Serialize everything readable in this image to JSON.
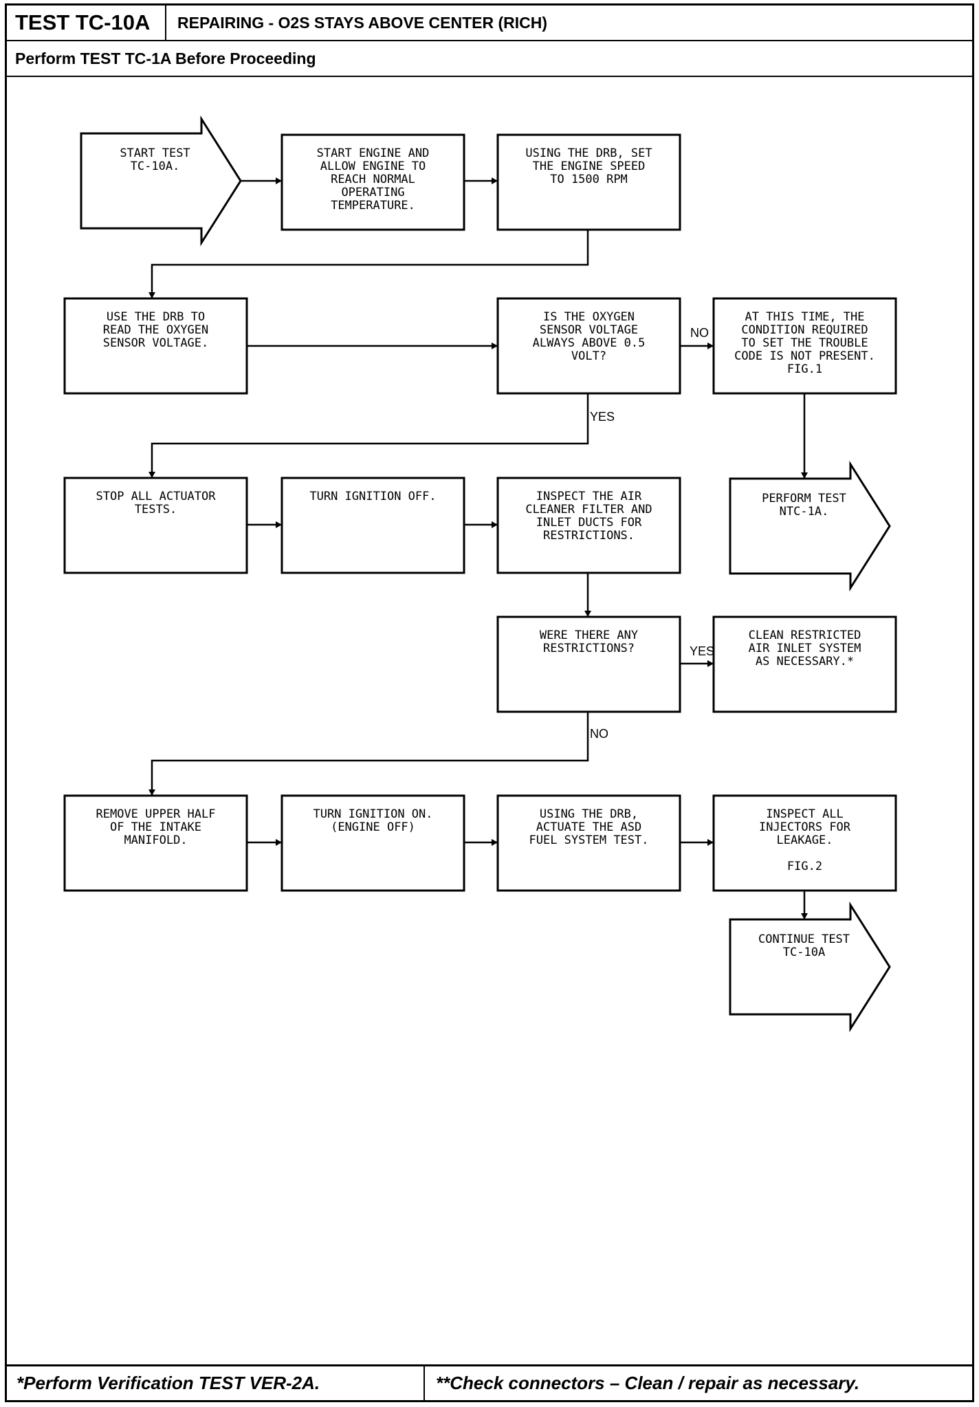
{
  "header": {
    "test_id": "TEST TC-10A",
    "title": "REPAIRING - O2S STAYS ABOVE CENTER (RICH)",
    "prerequisite": "Perform TEST TC-1A Before Proceeding"
  },
  "footer": {
    "left_note": "*Perform Verification TEST VER-2A.",
    "right_note": "**Check connectors – Clean / repair as necessary."
  },
  "flowchart": {
    "nodes": [
      {
        "id": "start",
        "name": "start-test-arrow",
        "lines": [
          "START TEST",
          "TC-10A."
        ]
      },
      {
        "id": "warm",
        "name": "start-engine-box",
        "lines": [
          "START ENGINE AND",
          "ALLOW ENGINE TO",
          "REACH NORMAL",
          "OPERATING",
          "TEMPERATURE."
        ]
      },
      {
        "id": "rpm",
        "name": "set-engine-speed-box",
        "lines": [
          "USING THE DRB, SET",
          "THE ENGINE SPEED",
          "TO 1500 RPM"
        ]
      },
      {
        "id": "read",
        "name": "read-oxygen-sensor-box",
        "lines": [
          "USE THE DRB TO",
          "READ THE OXYGEN",
          "SENSOR VOLTAGE."
        ]
      },
      {
        "id": "q1",
        "name": "oxygen-voltage-question-box",
        "lines": [
          "IS THE OXYGEN",
          "SENSOR VOLTAGE",
          "ALWAYS ABOVE 0.5",
          "VOLT?"
        ]
      },
      {
        "id": "notpresent",
        "name": "condition-not-present-box",
        "lines": [
          "AT THIS TIME, THE",
          "CONDITION REQUIRED",
          "TO SET THE TROUBLE",
          "CODE IS NOT PRESENT.",
          "FIG.1"
        ]
      },
      {
        "id": "ntc",
        "name": "perform-ntc-1a-arrow",
        "lines": [
          "PERFORM TEST",
          "NTC-1A."
        ]
      },
      {
        "id": "stop",
        "name": "stop-actuator-tests-box",
        "lines": [
          "STOP ALL ACTUATOR",
          "TESTS."
        ]
      },
      {
        "id": "ignoff",
        "name": "turn-ignition-off-box",
        "lines": [
          "TURN IGNITION OFF."
        ]
      },
      {
        "id": "inspectair",
        "name": "inspect-air-cleaner-box",
        "lines": [
          "INSPECT THE AIR",
          "CLEANER FILTER AND",
          "INLET DUCTS FOR",
          "RESTRICTIONS."
        ]
      },
      {
        "id": "q2",
        "name": "restrictions-question-box",
        "lines": [
          "WERE THERE ANY",
          "RESTRICTIONS?"
        ]
      },
      {
        "id": "clean",
        "name": "clean-air-inlet-box",
        "lines": [
          "CLEAN RESTRICTED",
          "AIR INLET SYSTEM",
          "AS NECESSARY.*"
        ]
      },
      {
        "id": "remove",
        "name": "remove-manifold-box",
        "lines": [
          "REMOVE UPPER HALF",
          "OF THE INTAKE",
          "MANIFOLD."
        ]
      },
      {
        "id": "ignon",
        "name": "turn-ignition-on-box",
        "lines": [
          "TURN IGNITION ON.",
          "(ENGINE OFF)"
        ]
      },
      {
        "id": "asd",
        "name": "actuate-asd-test-box",
        "lines": [
          "USING THE DRB,",
          "ACTUATE THE ASD",
          "FUEL SYSTEM TEST."
        ]
      },
      {
        "id": "injectors",
        "name": "inspect-injectors-box",
        "lines": [
          "INSPECT ALL",
          "INJECTORS FOR",
          "LEAKAGE.",
          "",
          "FIG.2"
        ]
      },
      {
        "id": "cont",
        "name": "continue-test-arrow",
        "lines": [
          "CONTINUE TEST",
          "TC-10A"
        ]
      }
    ],
    "tags": [
      {
        "id": "t_no1",
        "text": "NO"
      },
      {
        "id": "t_yes1",
        "text": "YES"
      },
      {
        "id": "t_yes2",
        "text": "YES"
      },
      {
        "id": "t_no2",
        "text": "NO"
      }
    ]
  }
}
